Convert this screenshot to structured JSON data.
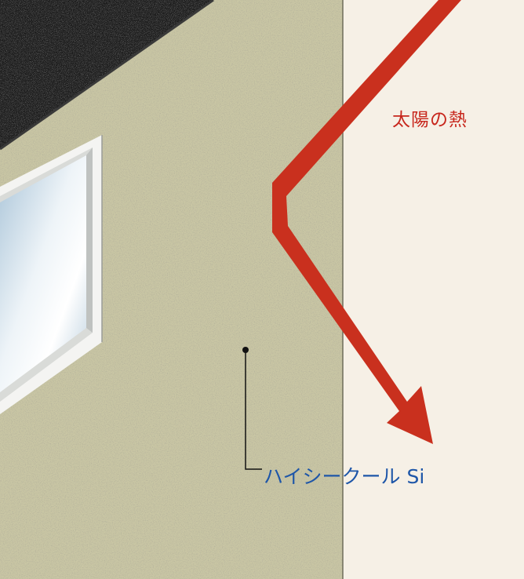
{
  "labels": {
    "heat": "太陽の熱",
    "product": "ハイシークール Si"
  },
  "colors": {
    "arrow": "#c9301e",
    "heat_text": "#c7261c",
    "product_text": "#1e56a8",
    "wall": "#c9c6a4",
    "background": "#f6f0e6",
    "roof": "#1c1c1c"
  },
  "icons": {
    "heat_arrow": "reflected-heat-arrow",
    "leader_dot": "callout-dot"
  }
}
